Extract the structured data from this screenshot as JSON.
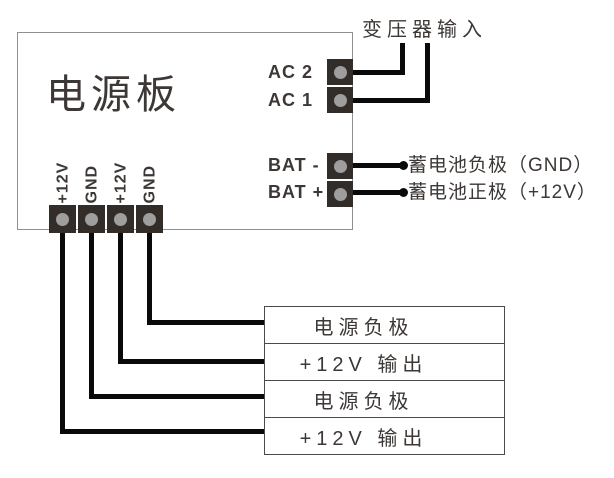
{
  "board": {
    "title": "电源板"
  },
  "labels": {
    "transformer_input": "变压器输入"
  },
  "ac_terminals": [
    {
      "label": "AC 2"
    },
    {
      "label": "AC 1"
    }
  ],
  "bat_terminals": [
    {
      "label": "BAT -",
      "annotation": "蓄电池负极（GND）"
    },
    {
      "label": "BAT +",
      "annotation": "蓄电池正极（+12V）"
    }
  ],
  "output_pins": [
    {
      "label": "+12V"
    },
    {
      "label": "GND"
    },
    {
      "label": "+12V"
    },
    {
      "label": "GND"
    }
  ],
  "output_table": {
    "rows": [
      {
        "label": "电源负极"
      },
      {
        "label": "+12V 输出"
      },
      {
        "label": "电源负极"
      },
      {
        "label": "+12V 输出"
      }
    ]
  },
  "colors": {
    "wire": "#0a0a0a",
    "block": "#332d2a",
    "circle": "#9e9e9e",
    "text": "#3d3835",
    "board-border": "#909090",
    "table-border": "#4a4a4a"
  }
}
